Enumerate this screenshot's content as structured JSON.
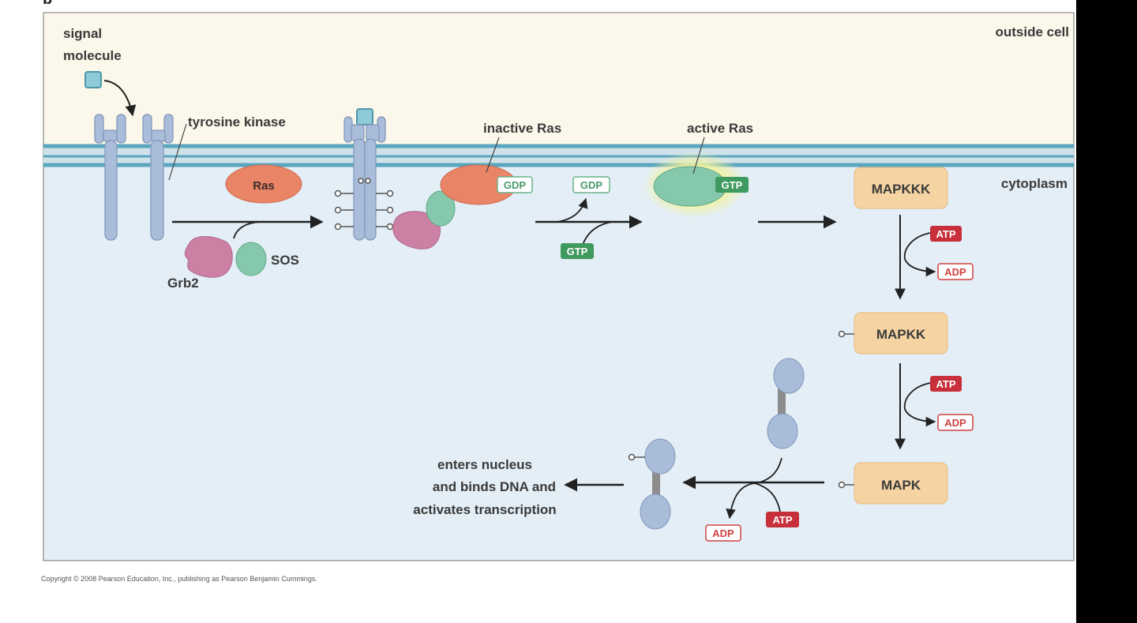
{
  "panel_letter": "b",
  "labels": {
    "signal_molecule_1": "signal",
    "signal_molecule_2": "molecule",
    "outside_cell": "outside cell",
    "cytoplasm": "cytoplasm",
    "tyrosine_kinase": "tyrosine kinase",
    "inactive_ras": "inactive Ras",
    "active_ras": "active Ras",
    "ras": "Ras",
    "sos": "SOS",
    "grb2": "Grb2",
    "mapkkk": "MAPKKK",
    "mapkk": "MAPKK",
    "mapk": "MAPK",
    "gdp": "GDP",
    "gtp": "GTP",
    "atp": "ATP",
    "adp": "ADP",
    "nucleus_1": "enters nucleus",
    "nucleus_2": "and binds DNA and",
    "nucleus_3": "activates transcription",
    "copyright": "Copyright © 2008 Pearson Education, Inc., publishing as Pearson Benjamin Cummings."
  },
  "colors": {
    "outside_bg": "#fbf7ea",
    "cytoplasm_bg": "#e3eef6",
    "membrane": "#5aa6be",
    "receptor": "#a9bcd9",
    "ras": "#ea8467",
    "sos": "#86c8ab",
    "grb2": "#cc80a4",
    "kinase_box": "#f6d3a2",
    "gtp_green": "#3e9a5e",
    "atp_red": "#c7303a"
  }
}
